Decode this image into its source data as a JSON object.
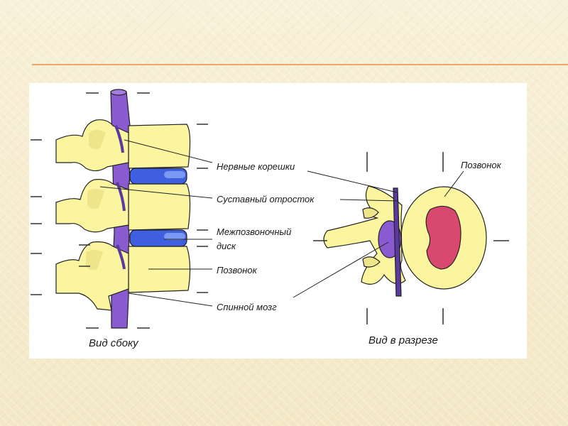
{
  "labels": {
    "nerve_roots": "Нервные корешки",
    "facet_process": "Суставный отросток",
    "disc_line1": "Межпозвоночный",
    "disc_line2": "диск",
    "vertebra_side": "Позвонок",
    "spinal_cord": "Спинной мозг",
    "vertebra_section": "Позвонок"
  },
  "captions": {
    "side_view": "Вид сбоку",
    "section_view": "Вид в разрезе"
  },
  "colors": {
    "bone": "#fbf5a0",
    "disc": "#3d5fe0",
    "cord": "#8a5ad0",
    "marrow": "#d9486e",
    "accent_rule": "#e7a96a"
  }
}
